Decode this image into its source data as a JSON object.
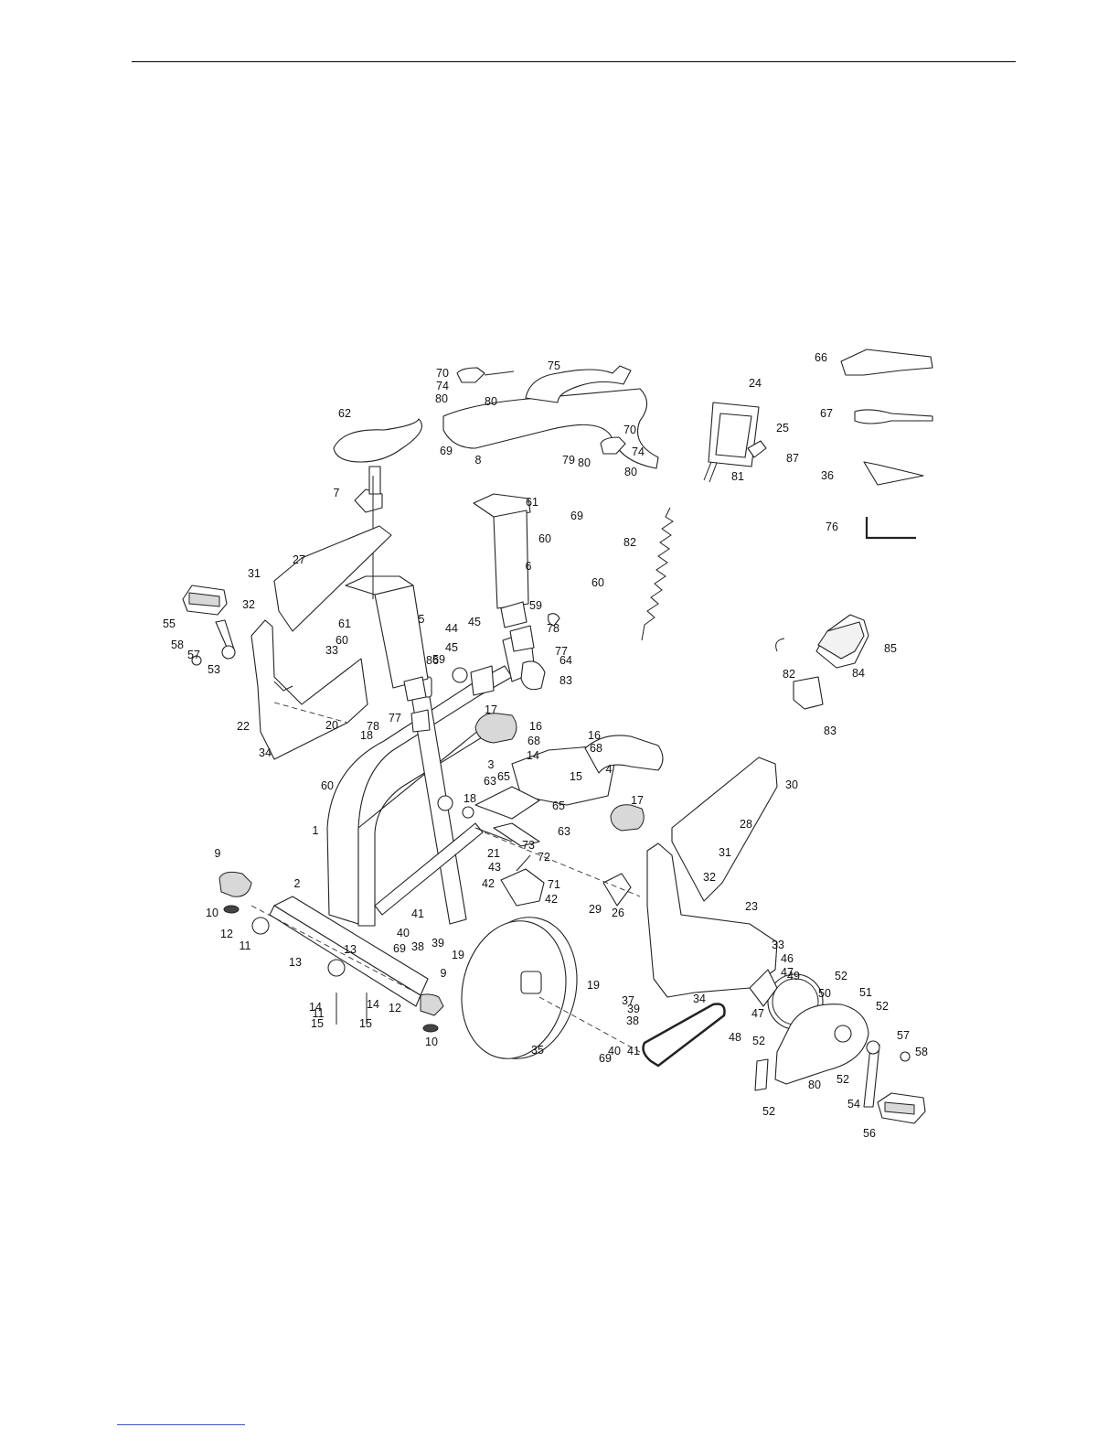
{
  "diagram": {
    "labels": [
      "1",
      "2",
      "3",
      "4",
      "5",
      "6",
      "7",
      "8",
      "9",
      "9",
      "10",
      "10",
      "11",
      "11",
      "12",
      "12",
      "13",
      "13",
      "14",
      "14",
      "14",
      "15",
      "15",
      "15",
      "16",
      "16",
      "17",
      "17",
      "18",
      "18",
      "19",
      "19",
      "20",
      "21",
      "22",
      "23",
      "24",
      "25",
      "26",
      "27",
      "28",
      "29",
      "30",
      "31",
      "31",
      "32",
      "32",
      "33",
      "33",
      "34",
      "34",
      "35",
      "36",
      "37",
      "38",
      "38",
      "39",
      "39",
      "40",
      "40",
      "41",
      "41",
      "42",
      "42",
      "43",
      "44",
      "45",
      "45",
      "46",
      "47",
      "47",
      "48",
      "49",
      "50",
      "51",
      "52",
      "52",
      "52",
      "52",
      "52",
      "53",
      "54",
      "55",
      "56",
      "57",
      "57",
      "58",
      "58",
      "59",
      "59",
      "60",
      "60",
      "60",
      "60",
      "61",
      "61",
      "62",
      "63",
      "63",
      "64",
      "65",
      "65",
      "66",
      "67",
      "68",
      "68",
      "69",
      "69",
      "69",
      "69",
      "70",
      "70",
      "71",
      "72",
      "73",
      "74",
      "74",
      "75",
      "76",
      "77",
      "77",
      "78",
      "78",
      "79",
      "80",
      "80",
      "80",
      "80",
      "80",
      "81",
      "82",
      "82",
      "83",
      "83",
      "84",
      "85",
      "86",
      "87"
    ]
  }
}
